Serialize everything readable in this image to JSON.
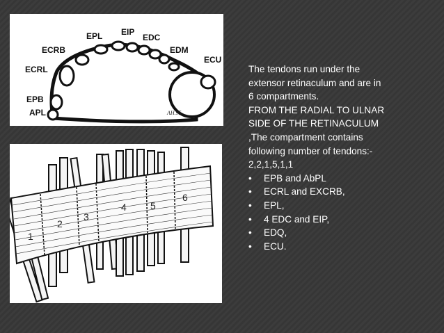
{
  "diagram_top": {
    "labels": [
      "EPL",
      "EIP",
      "EDC",
      "ECRB",
      "EDM",
      "ECU",
      "ECRL",
      "EPB",
      "APL"
    ],
    "signature": "AH.95"
  },
  "diagram_bottom": {
    "compartment_numbers": [
      "1",
      "2",
      "3",
      "4",
      "5",
      "6"
    ]
  },
  "text": {
    "paragraph": [
      "The tendons run under the",
      "extensor retinaculum and are in",
      "6 compartments.",
      "FROM THE RADIAL TO ULNAR",
      "SIDE OF THE RETINACULUM",
      ",The compartment contains",
      "following number of tendons:-",
      "2,2,1,5,1,1"
    ],
    "bullet_symbol": "•",
    "bullets": [
      "EPB and AbPL",
      "ECRL and EXCRB,",
      "EPL,",
      "4 EDC and EIP,",
      "EDQ,",
      "ECU."
    ]
  }
}
